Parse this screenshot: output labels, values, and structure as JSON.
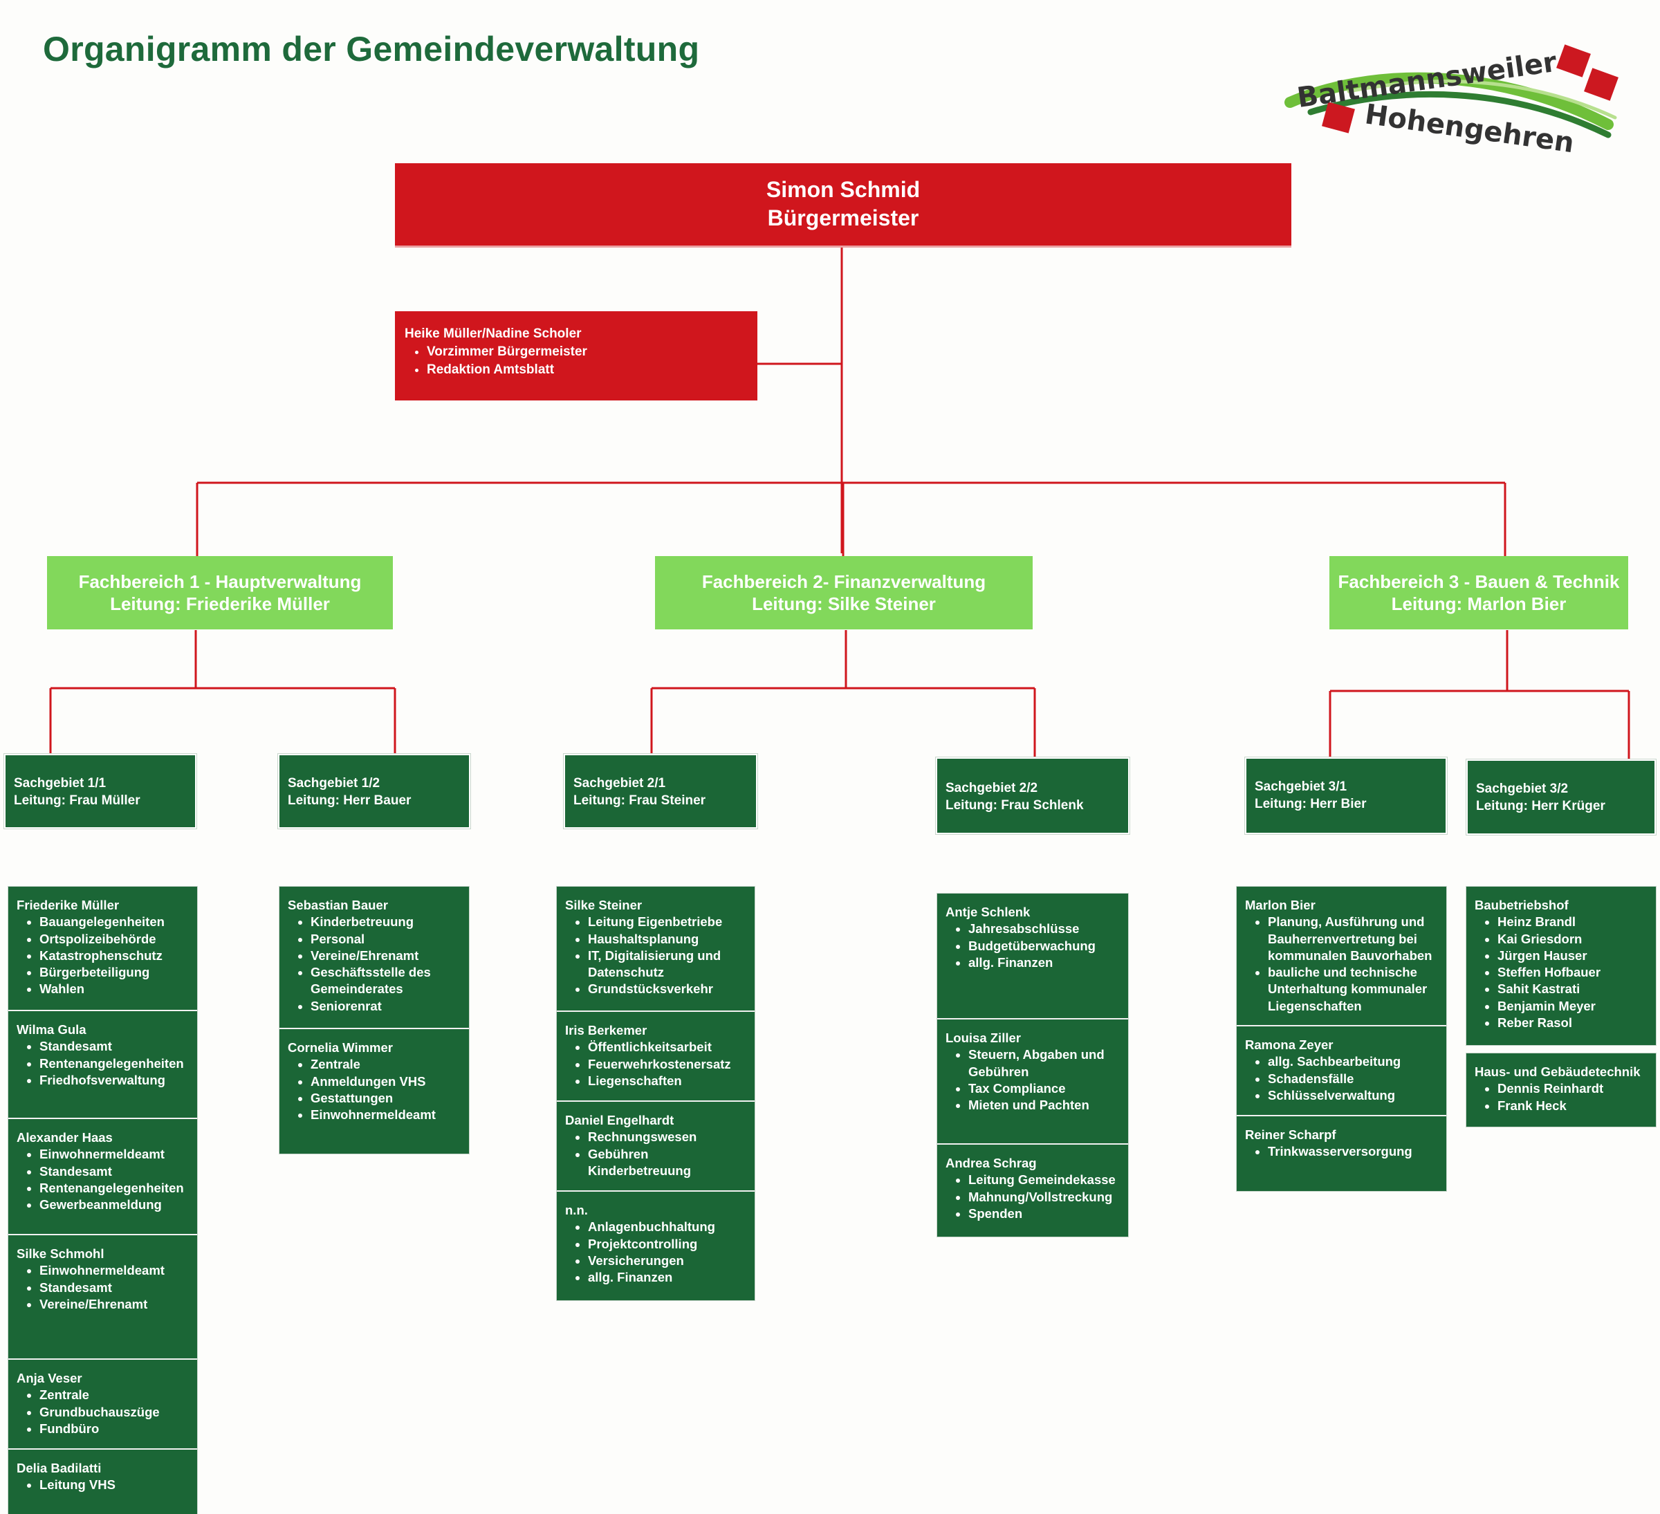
{
  "title": "Organigramm der Gemeindeverwaltung",
  "logo": {
    "line1": "Baltmannsweiler",
    "line2": "Hohengehren",
    "colors": {
      "text": "#333333",
      "green": "#6fbf3a",
      "darkgreen": "#2f7d32",
      "red": "#cc1820"
    }
  },
  "colors": {
    "red": "#d0161d",
    "light_green": "#82d85b",
    "dark_green": "#1b6636",
    "title": "#1e6a3b"
  },
  "mayor": {
    "name": "Simon Schmid",
    "role": "Bürgermeister"
  },
  "staff": {
    "name": "Heike Müller/Nadine Scholer",
    "tasks": [
      "Vorzimmer Bürgermeister",
      "Redaktion Amtsblatt"
    ]
  },
  "departments": [
    {
      "title": "Fachbereich 1 - Hauptverwaltung",
      "lead": "Leitung: Friederike Müller"
    },
    {
      "title": "Fachbereich 2- Finanzverwaltung",
      "lead": "Leitung: Silke Steiner"
    },
    {
      "title": "Fachbereich 3 - Bauen & Technik",
      "lead": "Leitung: Marlon Bier"
    }
  ],
  "subjects": [
    {
      "title": "Sachgebiet 1/1",
      "lead": "Leitung: Frau Müller"
    },
    {
      "title": "Sachgebiet 1/2",
      "lead": "Leitung: Herr Bauer"
    },
    {
      "title": "Sachgebiet 2/1",
      "lead": "Leitung: Frau Steiner"
    },
    {
      "title": "Sachgebiet 2/2",
      "lead": "Leitung: Frau Schlenk"
    },
    {
      "title": "Sachgebiet 3/1",
      "lead": "Leitung: Herr Bier"
    },
    {
      "title": "Sachgebiet 3/2",
      "lead": "Leitung: Herr Krüger"
    }
  ],
  "columns": [
    [
      {
        "name": "Friederike Müller",
        "tasks": [
          "Bauangelegenheiten",
          "Ortspolizeibehörde",
          "Katastrophenschutz",
          "Bürgerbeteiligung",
          "Wahlen"
        ]
      },
      {
        "name": "Wilma Gula",
        "tasks": [
          "Standesamt",
          "Rentenangelegenheiten",
          "Friedhofsverwaltung"
        ]
      },
      {
        "name": "Alexander Haas",
        "tasks": [
          "Einwohnermeldeamt",
          "Standesamt",
          "Rentenangelegenheiten",
          "Gewerbeanmeldung"
        ]
      },
      {
        "name": "Silke Schmohl",
        "tasks": [
          "Einwohnermeldeamt",
          "Standesamt",
          "Vereine/Ehrenamt"
        ]
      },
      {
        "name": "Anja Veser",
        "tasks": [
          "Zentrale",
          "Grundbuchauszüge",
          "Fundbüro"
        ]
      },
      {
        "name": "Delia Badilatti",
        "tasks": [
          "Leitung VHS"
        ]
      }
    ],
    [
      {
        "name": "Sebastian Bauer",
        "tasks": [
          "Kinderbetreuung",
          "Personal",
          "Vereine/Ehrenamt",
          "Geschäftsstelle des Gemeinderates",
          "Seniorenrat"
        ]
      },
      {
        "name": "Cornelia Wimmer",
        "tasks": [
          "Zentrale",
          "Anmeldungen VHS",
          "Gestattungen",
          "Einwohnermeldeamt"
        ]
      }
    ],
    [
      {
        "name": "Silke Steiner",
        "tasks": [
          "Leitung Eigenbetriebe",
          "Haushaltsplanung",
          "IT, Digitalisierung und Datenschutz",
          "Grundstücksverkehr"
        ]
      },
      {
        "name": "Iris Berkemer",
        "tasks": [
          "Öffentlichkeitsarbeit",
          "Feuerwehrkostenersatz",
          "Liegenschaften"
        ]
      },
      {
        "name": "Daniel Engelhardt",
        "tasks": [
          "Rechnungswesen",
          "Gebühren Kinderbetreuung"
        ]
      },
      {
        "name": "n.n.",
        "tasks": [
          "Anlagenbuchhaltung",
          "Projektcontrolling",
          "Versicherungen",
          "allg. Finanzen"
        ]
      }
    ],
    [
      {
        "name": "Antje Schlenk",
        "tasks": [
          "Jahresabschlüsse",
          "Budgetüberwachung",
          "allg. Finanzen"
        ]
      },
      {
        "name": "Louisa Ziller",
        "tasks": [
          "Steuern, Abgaben und Gebühren",
          "Tax Compliance",
          "Mieten und Pachten"
        ]
      },
      {
        "name": "Andrea Schrag",
        "tasks": [
          "Leitung Gemeindekasse",
          "Mahnung/Vollstreckung",
          "Spenden"
        ]
      }
    ],
    [
      {
        "name": "Marlon Bier",
        "tasks": [
          "Planung, Ausführung und Bauherrenvertretung bei kommunalen Bauvorhaben",
          "bauliche und technische Unterhaltung kommunaler Liegenschaften"
        ]
      },
      {
        "name": "Ramona Zeyer",
        "tasks": [
          "allg. Sachbearbeitung",
          "Schadensfälle",
          "Schlüsselverwaltung"
        ]
      },
      {
        "name": "Reiner Scharpf",
        "tasks": [
          "Trinkwasserversorgung"
        ]
      }
    ],
    [
      {
        "name": "Baubetriebshof",
        "tasks": [
          "Heinz Brandl",
          "Kai Griesdorn",
          "Jürgen Hauser",
          "Steffen Hofbauer",
          "Sahit Kastrati",
          "Benjamin Meyer",
          "Reber Rasol"
        ]
      },
      {
        "name": "Haus- und Gebäudetechnik",
        "tasks": [
          "Dennis Reinhardt",
          "Frank Heck"
        ]
      }
    ]
  ]
}
